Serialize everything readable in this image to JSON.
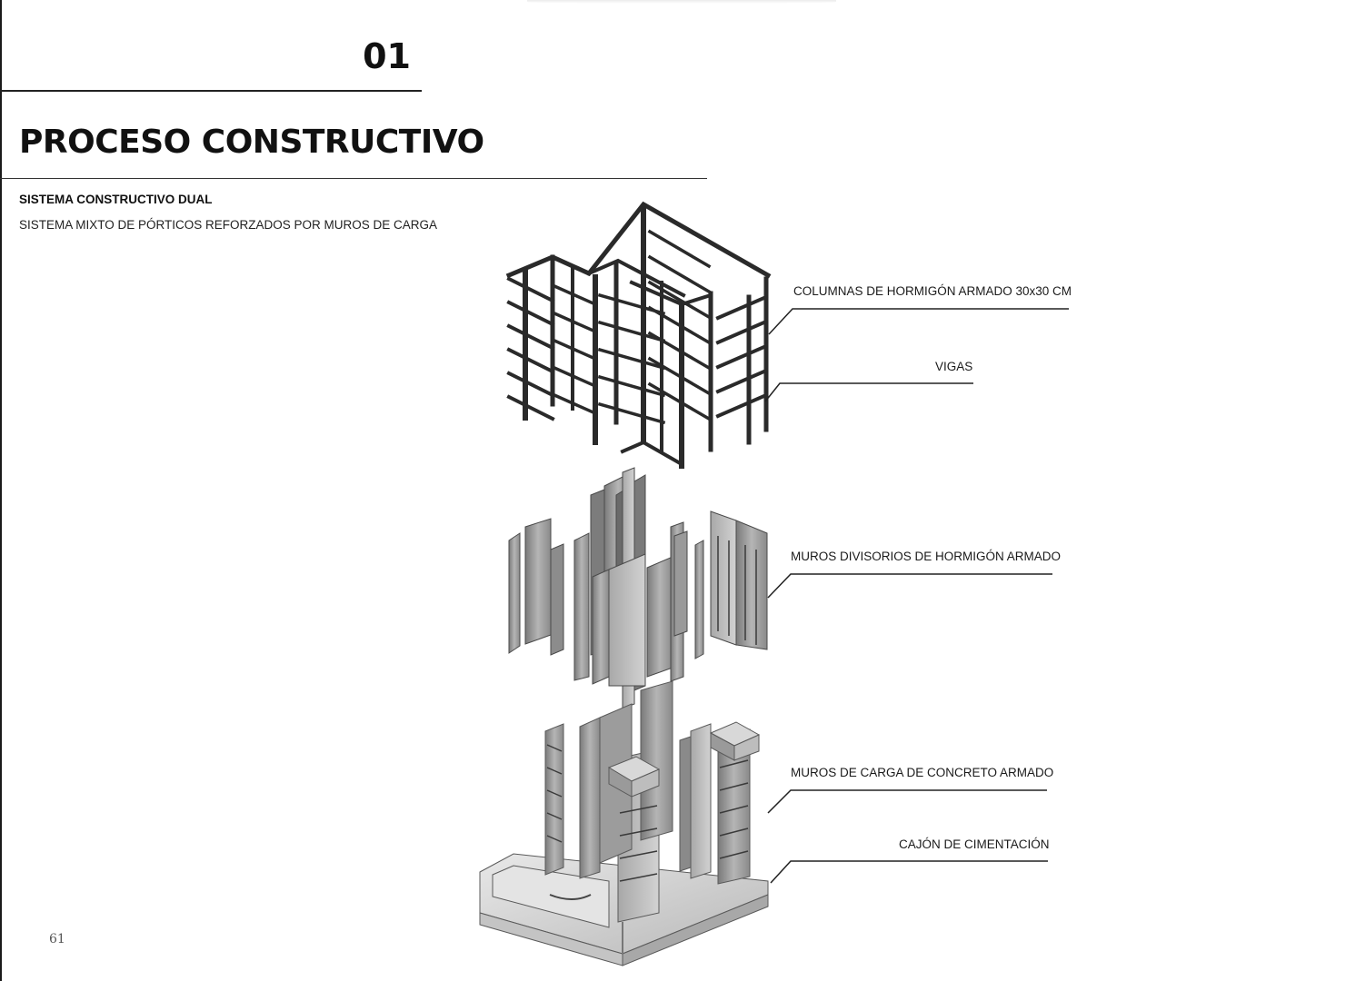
{
  "header": {
    "section_number": "01",
    "title": "PROCESO CONSTRUCTIVO",
    "subtitle": "SISTEMA CONSTRUCTIVO DUAL",
    "description": "SISTEMA MIXTO DE PÓRTICOS REFORZADOS POR MUROS DE CARGA"
  },
  "callouts": [
    {
      "label": "COLUMNAS DE HORMIGÓN ARMADO 30x30 CM"
    },
    {
      "label": "VIGAS"
    },
    {
      "label": "MUROS DIVISORIOS DE HORMIGÓN ARMADO"
    },
    {
      "label": "MUROS DE CARGA DE CONCRETO ARMADO"
    },
    {
      "label": "CAJÓN DE CIMENTACIÓN"
    }
  ],
  "footer": {
    "page_number": "61"
  },
  "colors": {
    "ink": "#111111",
    "frame": "#2a2a2a",
    "wall_dark": "#6e6e6e",
    "wall_mid": "#9a9a9a",
    "wall_light": "#c8c8c8",
    "base": "#d6d6d6"
  }
}
